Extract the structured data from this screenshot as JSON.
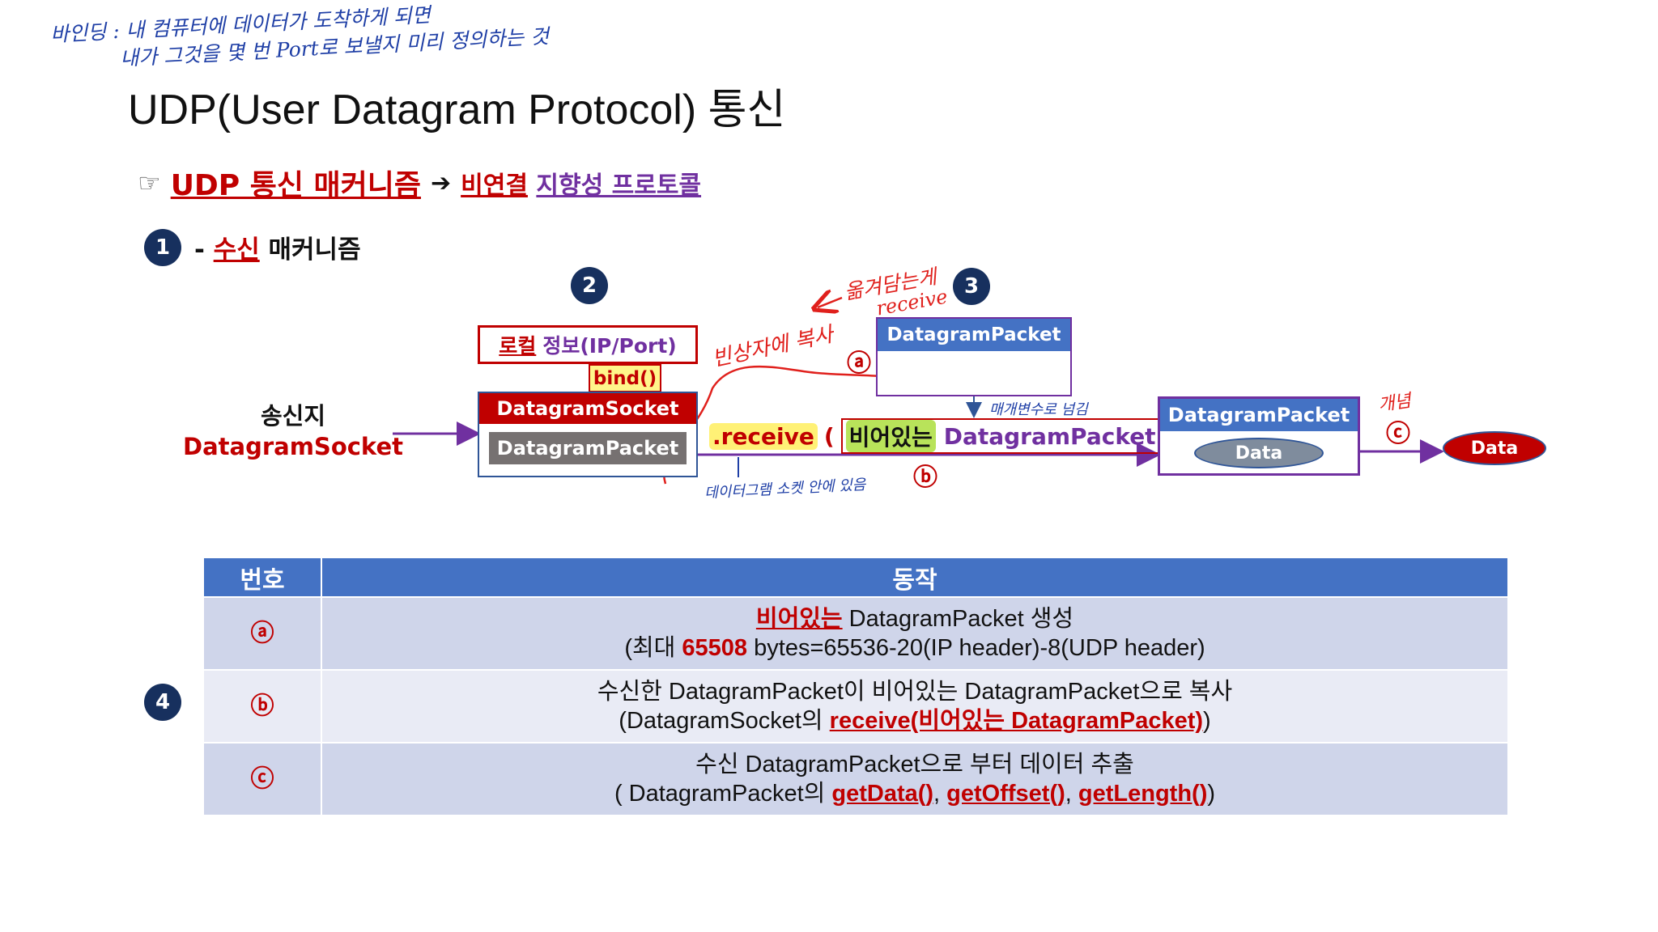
{
  "handwritten": {
    "binding_note_line1": "바인딩 : 내 컴퓨터에 데이터가 도착하게 되면",
    "binding_note_line2": "내가 그것을 몇 번 Port로 보낼지 미리 정의하는 것",
    "copy_note": "빈상자에 복사",
    "move_note_line1": "옮겨담는게",
    "move_note_line2": "receive",
    "param_note": "매개변수로 넘김",
    "socket_note": "데이터그램 소켓 안에 있음",
    "concept_note": "개념"
  },
  "title": "UDP(User Datagram Protocol) 통신",
  "headline": {
    "pointer": "☞",
    "main": "UDP 통신 매커니즘",
    "arrow": "➔",
    "part1": "비연결",
    "part2": "지향성 프로토콜"
  },
  "section": {
    "number": "1",
    "dash": "-",
    "red_word": "수신",
    "rest": "매커니즘"
  },
  "diagram": {
    "step2": "2",
    "step3": "3",
    "step4": "4",
    "sender_label": "송신지",
    "sender_socket": "DatagramSocket",
    "local_info_a": "로컬",
    "local_info_b": "정보(IP/Port)",
    "bind": "bind()",
    "socket_box": "DatagramSocket",
    "packet_box": "DatagramPacket",
    "receive_call": ".receive",
    "paren_open": "(",
    "empty_word": "비어있는",
    "empty_packet": "DatagramPacket",
    "paren_close": ")",
    "new_packet": "DatagramPacket",
    "result_packet": "DatagramPacket",
    "data_inner": "Data",
    "data_out": "Data",
    "mark_a": "ⓐ",
    "mark_b": "ⓑ",
    "mark_c": "ⓒ"
  },
  "table": {
    "headers": [
      "번호",
      "동작"
    ],
    "rows": [
      {
        "mark": "ⓐ",
        "line1_red": "비어있는",
        "line1_rest": " DatagramPacket 생성",
        "line2_a": "(최대 ",
        "line2_red": "65508",
        "line2_b": " bytes=65536-20(IP header)-8(UDP header)"
      },
      {
        "mark": "ⓑ",
        "line1": "수신한 DatagramPacket이 비어있는 DatagramPacket으로 복사",
        "line2_a": "(DatagramSocket의 ",
        "line2_red": "receive(비어있는 DatagramPacket)",
        "line2_b": ")"
      },
      {
        "mark": "ⓒ",
        "line1": "수신 DatagramPacket으로 부터 데이터 추출",
        "line2_a": "( DatagramPacket의 ",
        "fn1": "getData()",
        "sep1": ", ",
        "fn2": "getOffset()",
        "sep2": ", ",
        "fn3": "getLength()",
        "line2_b": ")"
      }
    ]
  },
  "colors": {
    "navy_circle": "#17305e",
    "red": "#c00000",
    "purple": "#7030a0",
    "blue_header": "#4472c4",
    "handwriting_blue": "#1f3fa6",
    "handwriting_red": "#e0201c"
  }
}
